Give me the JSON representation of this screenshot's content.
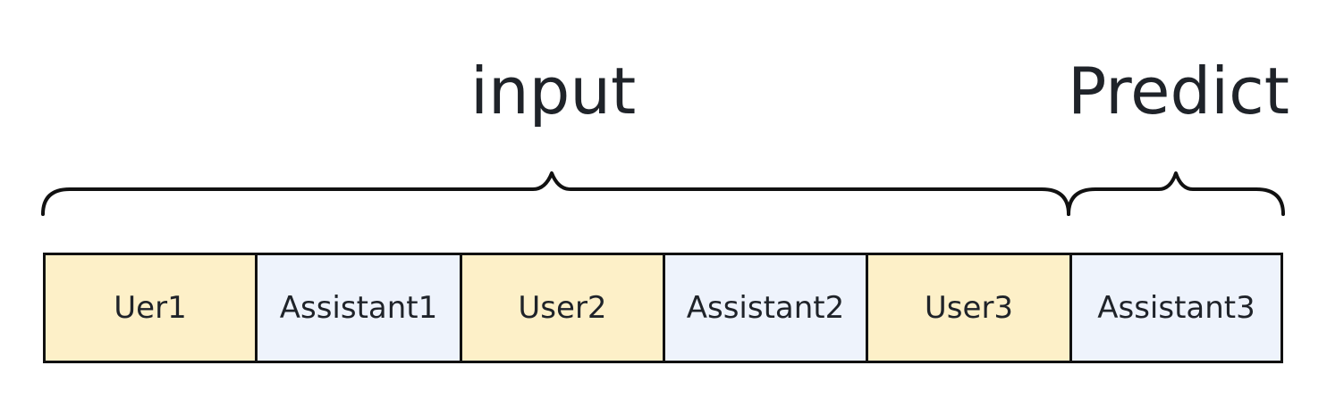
{
  "labels": {
    "input": "input",
    "predict": "Predict"
  },
  "segments": [
    {
      "text": "Uer1",
      "role": "user"
    },
    {
      "text": "Assistant1",
      "role": "assistant"
    },
    {
      "text": "User2",
      "role": "user"
    },
    {
      "text": "Assistant2",
      "role": "assistant"
    },
    {
      "text": "User3",
      "role": "user"
    },
    {
      "text": "Assistant3",
      "role": "assistant"
    }
  ],
  "colors": {
    "user_fill": "#fdf0c8",
    "assistant_fill": "#eef3fc",
    "stroke": "#111111",
    "text": "#1f2329"
  }
}
